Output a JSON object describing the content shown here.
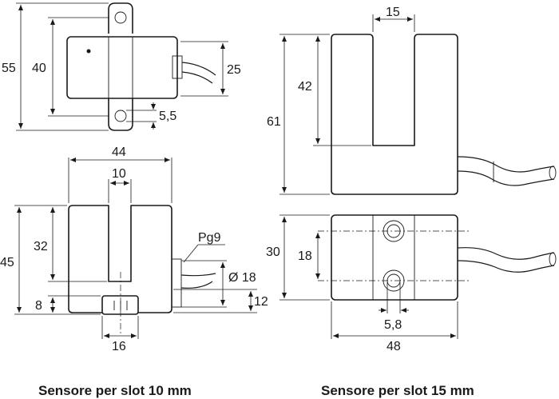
{
  "drawing_10mm": {
    "top_view": {
      "dims": {
        "overall_height": "55",
        "body_height": "40",
        "cable_exit": "25",
        "hole_dia": "5,5"
      }
    },
    "front_view": {
      "dims": {
        "width": "44",
        "slot_width": "10",
        "overall_height": "45",
        "slot_depth": "32",
        "base_height": "8",
        "base_width": "16",
        "gland": "Pg9",
        "gland_dia": "Ø 18",
        "gland_height": "12"
      }
    },
    "caption": "Sensore per slot 10 mm"
  },
  "drawing_15mm": {
    "front_view": {
      "dims": {
        "slot_width": "15",
        "overall_height": "61",
        "slot_depth": "42"
      }
    },
    "top_view": {
      "dims": {
        "height": "30",
        "hole_spacing": "18",
        "hole_dia": "5,8",
        "width": "48"
      }
    },
    "caption": "Sensore per slot 15 mm"
  }
}
